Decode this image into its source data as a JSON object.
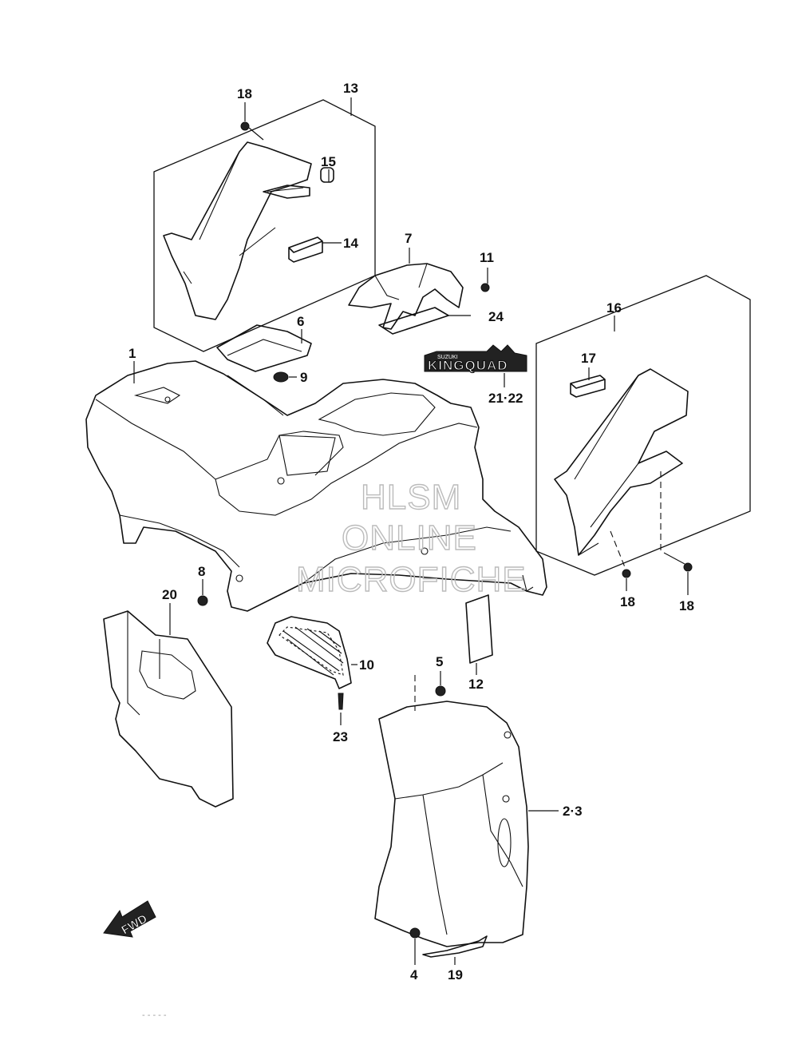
{
  "diagram": {
    "callouts": {
      "c1": "1",
      "c2_3": "2·3",
      "c4": "4",
      "c5": "5",
      "c6": "6",
      "c7": "7",
      "c8": "8",
      "c9": "9",
      "c10": "10",
      "c11": "11",
      "c12": "12",
      "c13": "13",
      "c14": "14",
      "c15": "15",
      "c16": "16",
      "c17": "17",
      "c18a": "18",
      "c18b": "18",
      "c18c": "18",
      "c19": "19",
      "c20": "20",
      "c21_22": "21·22",
      "c23": "23",
      "c24": "24"
    },
    "emblem": {
      "brand_small": "SUZUKI",
      "name": "KINGQUAD"
    },
    "fwd_arrow": "FWD",
    "watermark": {
      "line1": "HLSM",
      "line2": "ONLINE",
      "line3": "MICROFICHE"
    },
    "footer_code": "- - -  - -"
  }
}
